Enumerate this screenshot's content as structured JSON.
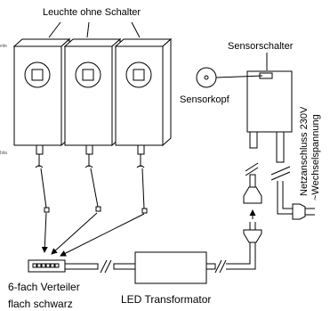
{
  "labels": {
    "lamps_title": "Leuchte ohne Schalter",
    "sensor_switch": "Sensorschalter",
    "sensor_head": "Sensorkopf",
    "mains_line1": "Netzanschluss 230V",
    "mains_line2": "~Wechselspannung",
    "distributor_line1": "6-fach Verteiler",
    "distributor_line2": "flach schwarz",
    "transformer": "LED Transformator",
    "edge_top": "eite",
    "edge_bottom": "bita"
  },
  "colors": {
    "stroke": "#000000",
    "fill": "#ffffff",
    "faint_text": "#555555"
  }
}
